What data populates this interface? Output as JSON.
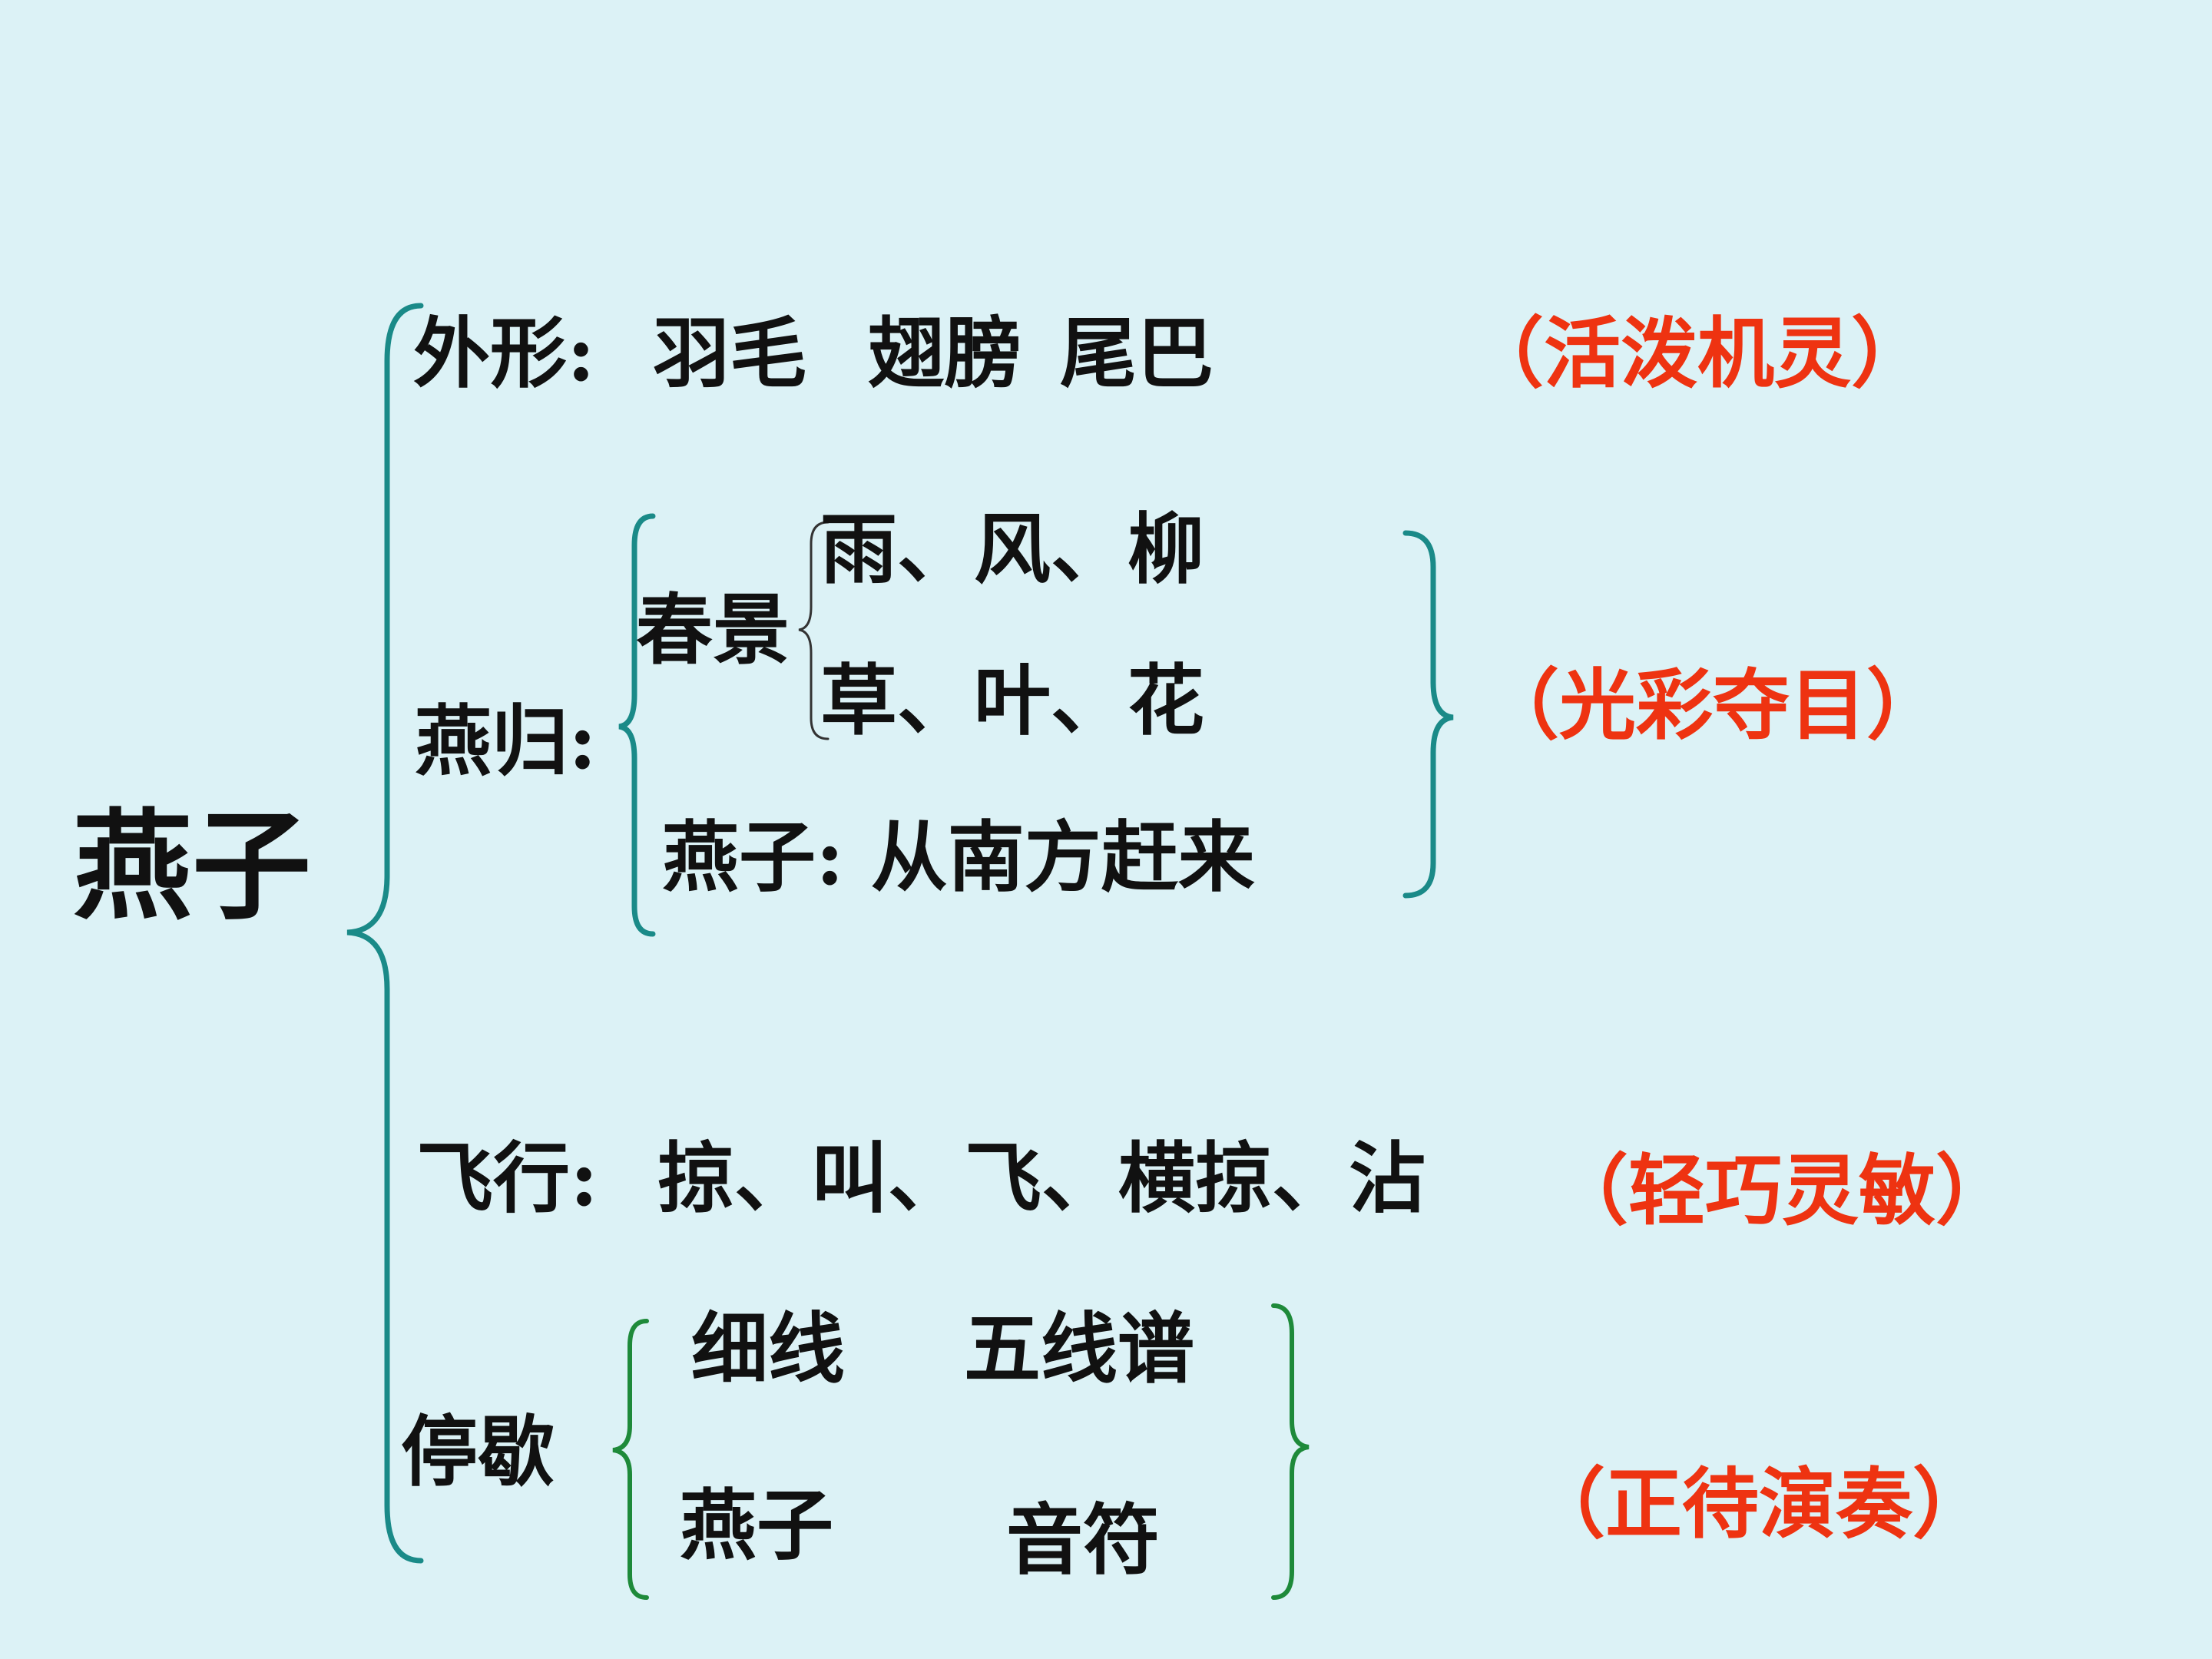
{
  "title": "燕子",
  "sections": {
    "appearance": {
      "label": "外形:",
      "items": [
        "羽毛",
        "翅膀",
        "尾巴"
      ],
      "quality": "（活泼机灵）"
    },
    "return": {
      "label": "燕归:",
      "spring_label": "春景",
      "spring_row1": "雨、风、柳",
      "spring_row2": "草、叶、花",
      "swallow_line": "燕子:  从南方赶来",
      "quality": "（光彩夺目）"
    },
    "flight": {
      "label": "飞行:",
      "actions": "掠、叫、飞、横掠、沾",
      "quality": "（轻巧灵敏）"
    },
    "rest": {
      "label": "停歇",
      "row1_left": "细线",
      "row1_right": "五线谱",
      "row2_left": "燕子",
      "row2_right": "音符",
      "quality": "（正待演奏）"
    }
  }
}
